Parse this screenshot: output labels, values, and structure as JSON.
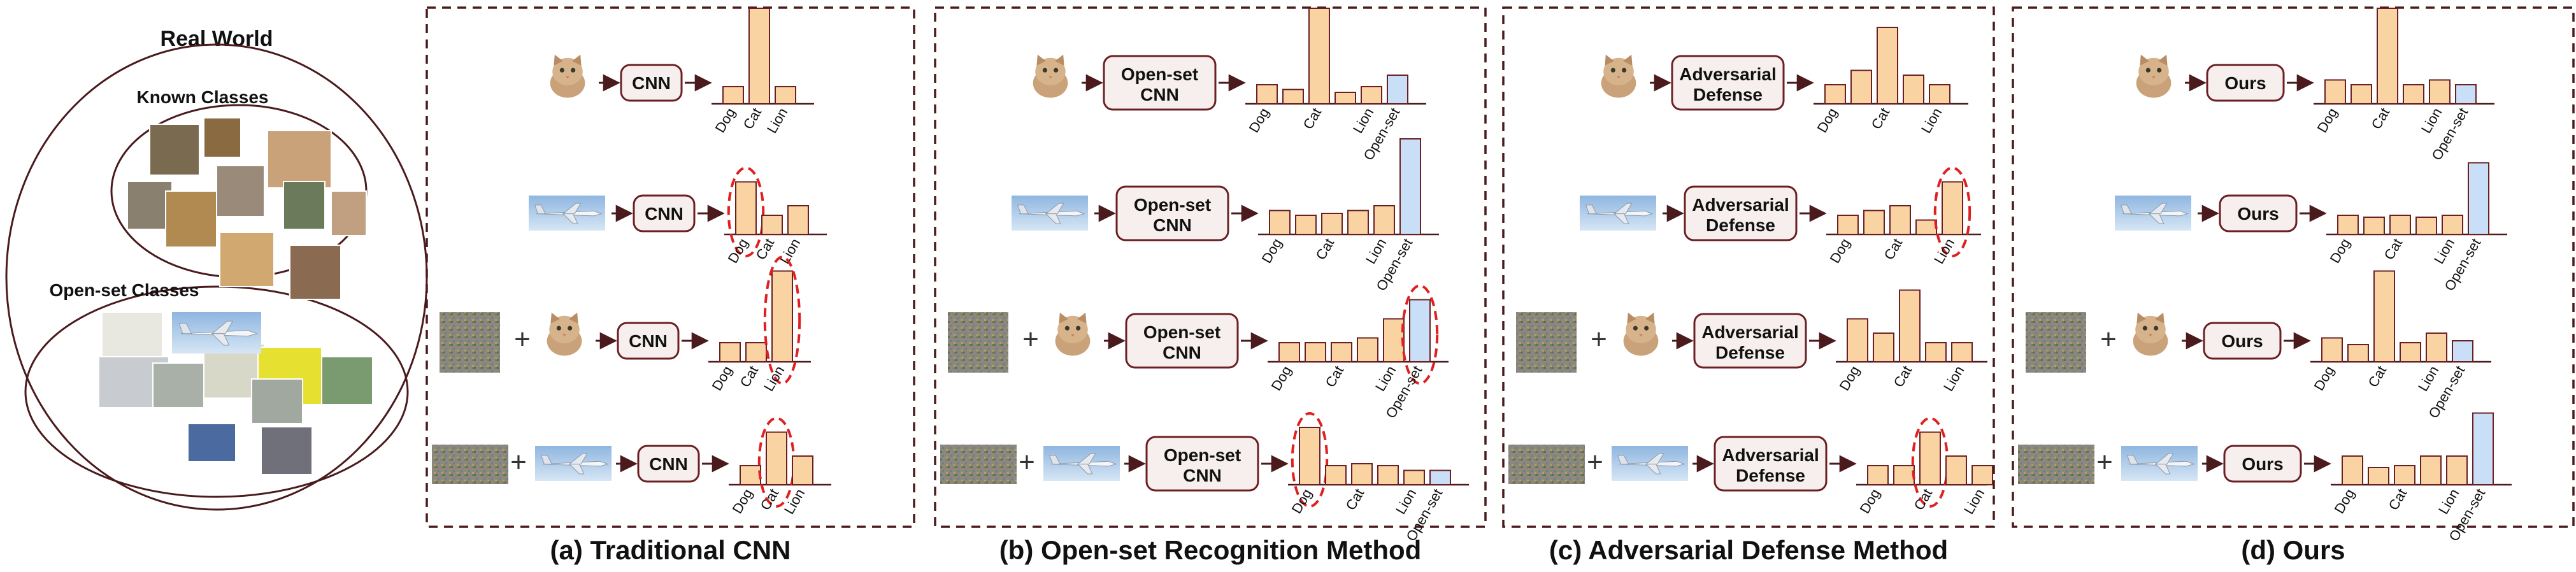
{
  "real_world": {
    "title": "Real World",
    "known_classes": "Known Classes",
    "open_set_classes": "Open-set Classes"
  },
  "colors": {
    "bar_known": "#fad3a3",
    "bar_openset": "#c9dff7",
    "bar_stroke": "#6b1f23",
    "dash_border": "#4a1a1c",
    "highlight": "#e02020",
    "box_fill": "#f7efed",
    "box_stroke": "#6b1f23"
  },
  "panels": [
    {
      "caption": "(a) Traditional CNN",
      "model_label": "CNN",
      "has_openset": false,
      "rows": [
        {
          "input": "cat",
          "categories": [
            "Dog",
            "Cat",
            "Lion"
          ],
          "values": [
            0.18,
            1.0,
            0.18
          ],
          "highlight": null
        },
        {
          "input": "plane",
          "categories": [
            "Dog",
            "Cat",
            "Lion"
          ],
          "values": [
            0.55,
            0.2,
            0.3
          ],
          "highlight": 0
        },
        {
          "input": "noise+cat",
          "categories": [
            "Dog",
            "Cat",
            "Lion"
          ],
          "values": [
            0.2,
            0.2,
            0.95
          ],
          "highlight": 2
        },
        {
          "input": "noise+plane",
          "categories": [
            "Dog",
            "Cat",
            "Lion"
          ],
          "values": [
            0.2,
            0.55,
            0.3
          ],
          "highlight": 1
        }
      ]
    },
    {
      "caption": "(b)  Open-set Recognition Method",
      "model_label": "Open-set CNN",
      "has_openset": true,
      "rows": [
        {
          "input": "cat",
          "categories": [
            "Dog",
            "Cat",
            "Lion",
            "Open-set"
          ],
          "values": [
            0.2,
            0.15,
            1.0,
            0.12,
            0.18,
            0.3
          ],
          "highlight": null
        },
        {
          "input": "plane",
          "categories": [
            "Dog",
            "Cat",
            "Lion",
            "Open-set"
          ],
          "values": [
            0.25,
            0.2,
            0.22,
            0.25,
            0.3,
            1.0
          ],
          "highlight": null
        },
        {
          "input": "noise+cat",
          "categories": [
            "Dog",
            "Cat",
            "Lion",
            "Open-set"
          ],
          "values": [
            0.2,
            0.2,
            0.2,
            0.25,
            0.45,
            0.65
          ],
          "highlight": 5
        },
        {
          "input": "noise+plane",
          "categories": [
            "Dog",
            "Cat",
            "Lion",
            "Open-set"
          ],
          "values": [
            0.6,
            0.2,
            0.22,
            0.2,
            0.15,
            0.15
          ],
          "highlight": 0
        }
      ]
    },
    {
      "caption": "(c)  Adversarial Defense Method",
      "model_label": "Adversarial Defense",
      "has_openset": false,
      "rows": [
        {
          "input": "cat",
          "categories": [
            "Dog",
            "Cat",
            "Lion"
          ],
          "values": [
            0.2,
            0.35,
            0.8,
            0.3,
            0.2
          ],
          "highlight": null
        },
        {
          "input": "plane",
          "categories": [
            "Dog",
            "Cat",
            "Lion"
          ],
          "values": [
            0.2,
            0.25,
            0.3,
            0.15,
            0.55
          ],
          "highlight": 4
        },
        {
          "input": "noise+cat",
          "categories": [
            "Dog",
            "Cat",
            "Lion"
          ],
          "values": [
            0.45,
            0.3,
            0.75,
            0.2,
            0.2
          ],
          "highlight": null
        },
        {
          "input": "noise+plane",
          "categories": [
            "Dog",
            "Cat",
            "Lion"
          ],
          "values": [
            0.2,
            0.2,
            0.55,
            0.3,
            0.2
          ],
          "highlight": 2
        }
      ]
    },
    {
      "caption": "(d) Ours",
      "model_label": "Ours",
      "has_openset": true,
      "rows": [
        {
          "input": "cat",
          "categories": [
            "Dog",
            "Cat",
            "Lion",
            "Open-set"
          ],
          "values": [
            0.25,
            0.2,
            1.0,
            0.2,
            0.25,
            0.2
          ],
          "highlight": null
        },
        {
          "input": "plane",
          "categories": [
            "Dog",
            "Cat",
            "Lion",
            "Open-set"
          ],
          "values": [
            0.2,
            0.18,
            0.2,
            0.18,
            0.2,
            0.75
          ],
          "highlight": null
        },
        {
          "input": "noise+cat",
          "categories": [
            "Dog",
            "Cat",
            "Lion",
            "Open-set"
          ],
          "values": [
            0.25,
            0.18,
            0.95,
            0.2,
            0.3,
            0.22
          ],
          "highlight": null
        },
        {
          "input": "noise+plane",
          "categories": [
            "Dog",
            "Cat",
            "Lion",
            "Open-set"
          ],
          "values": [
            0.3,
            0.18,
            0.2,
            0.3,
            0.3,
            0.75
          ],
          "highlight": null
        }
      ]
    }
  ]
}
